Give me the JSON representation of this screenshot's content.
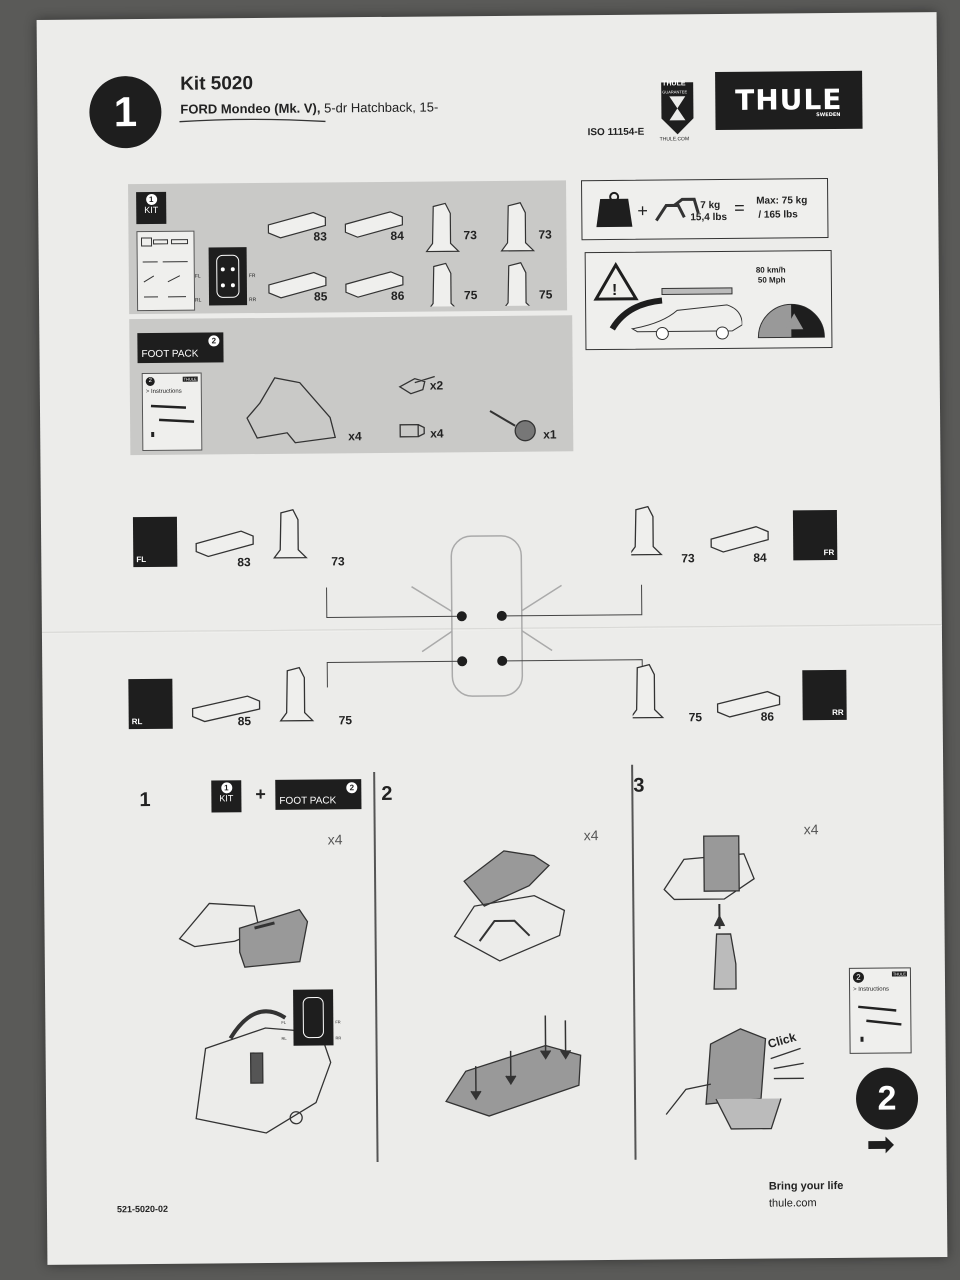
{
  "header": {
    "step_number": "1",
    "kit_title": "Kit 5020",
    "vehicle_bold": "FORD Mondeo (Mk. V),",
    "vehicle_rest": " 5-dr Hatchback, 15-",
    "iso": "ISO 11154-E",
    "guarantee_top": "THULE",
    "guarantee_mid": "GUARANTEE",
    "guarantee_url": "THULE.COM",
    "logo_text": "THULE",
    "logo_sub": "SWEDEN"
  },
  "kit_box": {
    "kit_badge_num": "1",
    "kit_badge_label": "KIT",
    "parts": [
      {
        "label": "83"
      },
      {
        "label": "84"
      },
      {
        "label": "73"
      },
      {
        "label": "73"
      },
      {
        "label": "85"
      },
      {
        "label": "86"
      },
      {
        "label": "75"
      },
      {
        "label": "75"
      }
    ],
    "mini_positions": [
      "FL",
      "FR",
      "RL",
      "RR"
    ]
  },
  "foot_pack": {
    "badge_num": "2",
    "badge_label": "FOOT PACK",
    "instr_num": "2",
    "instr_text": "> Instructions",
    "instr_brand": "THULE",
    "foot_qty": "x4",
    "key_qty": "x2",
    "lock_qty": "x4",
    "tool_qty": "x1"
  },
  "load": {
    "weight": "7 kg",
    "weight_lbs": "15,4 lbs",
    "max": "Max: 75 kg",
    "max_lbs": "/ 165 lbs",
    "plus": "+",
    "equals": "=",
    "speed_kmh": "80 km/h",
    "speed_mph": "50 Mph"
  },
  "positions": {
    "fl": {
      "tag": "FL",
      "pad": "83",
      "foot": "73"
    },
    "fr": {
      "tag": "FR",
      "pad": "84",
      "foot": "73"
    },
    "rl": {
      "tag": "RL",
      "pad": "85",
      "foot": "75"
    },
    "rr": {
      "tag": "RR",
      "pad": "86",
      "foot": "75"
    }
  },
  "steps": {
    "s1": {
      "num": "1",
      "plus": "+",
      "kit_num": "1",
      "kit_label": "KIT",
      "pack_num": "2",
      "pack_label": "FOOT PACK",
      "qty": "x4",
      "mini_tags": [
        "FL",
        "FR",
        "RL",
        "RR"
      ]
    },
    "s2": {
      "num": "2",
      "qty": "x4"
    },
    "s3": {
      "num": "3",
      "qty": "x4",
      "click": "Click"
    },
    "next_instr_num": "2",
    "next_instr_text": "> Instructions",
    "next_instr_brand": "THULE",
    "next_page": "2",
    "arrow": "➡"
  },
  "footer": {
    "doc_id": "521-5020-02",
    "tagline": "Bring your life",
    "url": "thule.com"
  }
}
